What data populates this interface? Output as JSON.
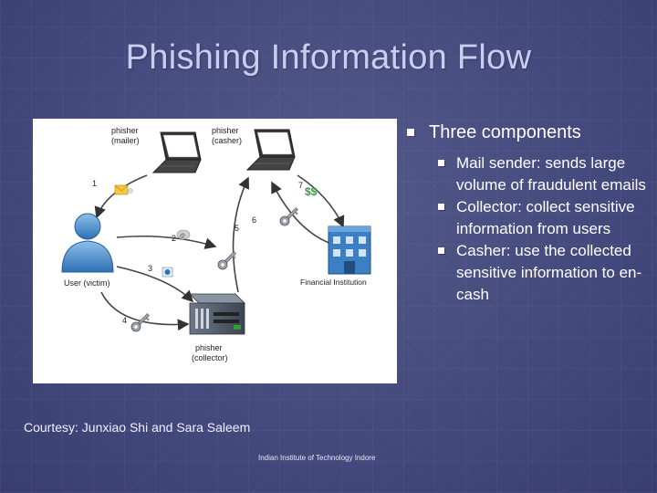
{
  "slide": {
    "title": "Phishing Information Flow",
    "courtesy": "Courtesy: Junxiao Shi and Sara Saleem",
    "footer": "Indian Institute of Technology Indore"
  },
  "bullets": {
    "main": "Three components",
    "sub": [
      "Mail sender: sends large volume of fraudulent emails",
      "Collector: collect sensitive information from users",
      "Casher: use the collected sensitive information to en-cash"
    ]
  },
  "diagram": {
    "labels": {
      "phisher_mailer": [
        "phisher",
        "(mailer)"
      ],
      "phisher_casher": [
        "phisher",
        "(casher)"
      ],
      "user": "User (victim)",
      "financial": "Financial Institution",
      "collector": [
        "phisher",
        "(collector)"
      ],
      "money": "$$"
    },
    "steps": [
      "1",
      "2",
      "3",
      "4",
      "5",
      "6",
      "7"
    ]
  },
  "colors": {
    "background": "#4a4f80",
    "title": "#c8cdf2",
    "money": "#2e9e3a"
  }
}
